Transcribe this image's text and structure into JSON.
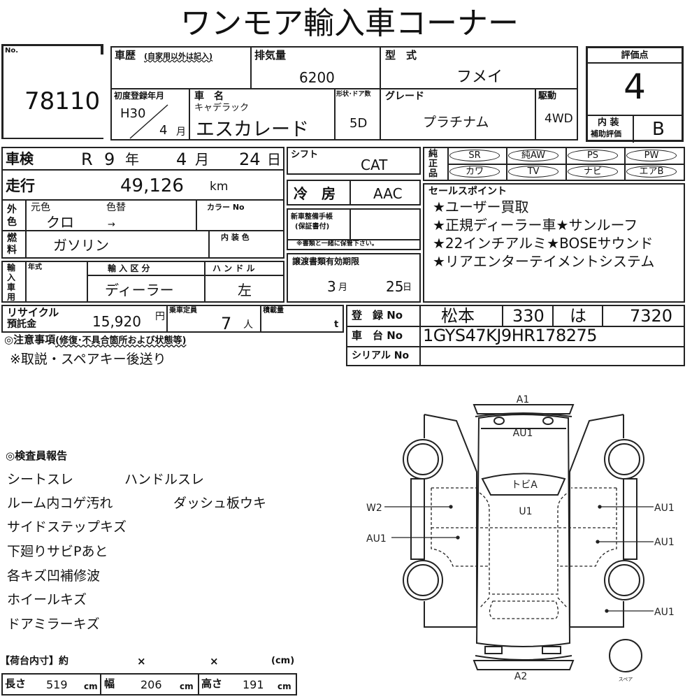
{
  "title": "ワンモア輸入車コーナー",
  "lot": {
    "label": "No.",
    "value": "78110"
  },
  "history": {
    "label": "車歴",
    "note": "(自家用以外は記入)"
  },
  "displacement": {
    "label": "排気量",
    "value": "6200"
  },
  "model": {
    "label": "型　式",
    "value": "フメイ"
  },
  "first_reg": {
    "label": "初度登録年月",
    "year": "H30",
    "month": "4",
    "month_unit": "月"
  },
  "car_name": {
    "label": "車　名",
    "maker": "キャデラック",
    "value": "エスカレード"
  },
  "doors": {
    "label": "形状･ドア数",
    "value": "5D"
  },
  "grade": {
    "label": "グレード",
    "value": "プラチナム"
  },
  "drive": {
    "label": "駆動",
    "value": "4WD"
  },
  "score": {
    "label": "評価点",
    "value": "4",
    "interior_label1": "内 装",
    "interior_label2": "補助評価",
    "interior_value": "B"
  },
  "inspection": {
    "label": "車検",
    "era": "R",
    "year": "9",
    "year_unit": "年",
    "month": "4",
    "month_unit": "月",
    "day": "24",
    "day_unit": "日"
  },
  "mileage": {
    "label": "走行",
    "value": "49,126",
    "unit": "km"
  },
  "exterior": {
    "label": "外色",
    "original_label": "元色",
    "repaint_label": "色替",
    "original": "クロ",
    "arrow": "→",
    "color_no_label": "カラー No"
  },
  "fuel": {
    "label": "燃料",
    "value": "ガソリン",
    "interior_color_label": "内 装 色"
  },
  "import": {
    "label": "輸入車用",
    "year_label": "年式",
    "type_label": "輸 入 区 分",
    "handle_label": "ハ ン ド ル",
    "type": "ディーラー",
    "handle": "左"
  },
  "shift": {
    "label": "シフト",
    "value": "CAT"
  },
  "aircon": {
    "label": "冷　房",
    "value": "AAC"
  },
  "service_book": {
    "label1": "新車整備手帳",
    "label2": "(保証書付)",
    "note": "※書類と一緒に保管下さい。"
  },
  "transfer": {
    "label": "譲渡書類有効期限",
    "month": "3",
    "month_unit": "月",
    "day": "25",
    "day_unit": "日"
  },
  "equipment": {
    "label": "純正品",
    "items": [
      "SR",
      "純AW",
      "PS",
      "PW",
      "カワ",
      "TV",
      "ナビ",
      "エアB"
    ]
  },
  "sales": {
    "label": "セールスポイント",
    "lines": [
      "★ユーザー買取",
      "★正規ディーラー車★サンルーフ",
      "★22インチアルミ★BOSEサウンド",
      "★リアエンターテイメントシステム"
    ]
  },
  "recycle": {
    "label1": "リサイクル",
    "label2": "預託金",
    "value": "15,920",
    "unit": "円"
  },
  "capacity": {
    "label": "乗車定員",
    "value": "7",
    "unit": "人"
  },
  "load": {
    "label": "積載量",
    "unit": "t"
  },
  "registration": {
    "label": "登　録 No",
    "area": "松本",
    "class": "330",
    "kana": "は",
    "number": "7320"
  },
  "chassis": {
    "label": "車　台 No",
    "value": "1GYS47KJ9HR178275"
  },
  "serial": {
    "label": "シリアル No"
  },
  "notes": {
    "label": "◎注意事項",
    "sub": "(修復･不具合箇所および状態等)",
    "text": "※取説・スペアキー後送り"
  },
  "report": {
    "label": "◎検査員報告",
    "lines": [
      [
        "シートスレ",
        "ハンドルスレ"
      ],
      [
        "ルーム内コゲ汚れ",
        "ダッシュ板ウキ"
      ],
      [
        "サイドステップキズ"
      ],
      [
        "下廻りサビPあと"
      ],
      [
        "各キズ凹補修波"
      ],
      [
        "ホイールキズ"
      ],
      [
        "ドアミラーキズ"
      ]
    ]
  },
  "cargo": {
    "label": "【荷台内寸】約",
    "x": "×",
    "unit": "(cm)",
    "length_label": "長さ",
    "length": "519",
    "width_label": "幅",
    "width": "206",
    "height_label": "高さ",
    "height": "191",
    "cm": "cm"
  },
  "diagram": {
    "front": "A1",
    "front_body": "AU1",
    "roof": "トビA",
    "roof2": "U1",
    "left1": "W2",
    "left2": "AU1",
    "right1": "AU1",
    "right2": "AU1",
    "right3": "AU1",
    "rear": "A2",
    "spare": "スペア"
  }
}
